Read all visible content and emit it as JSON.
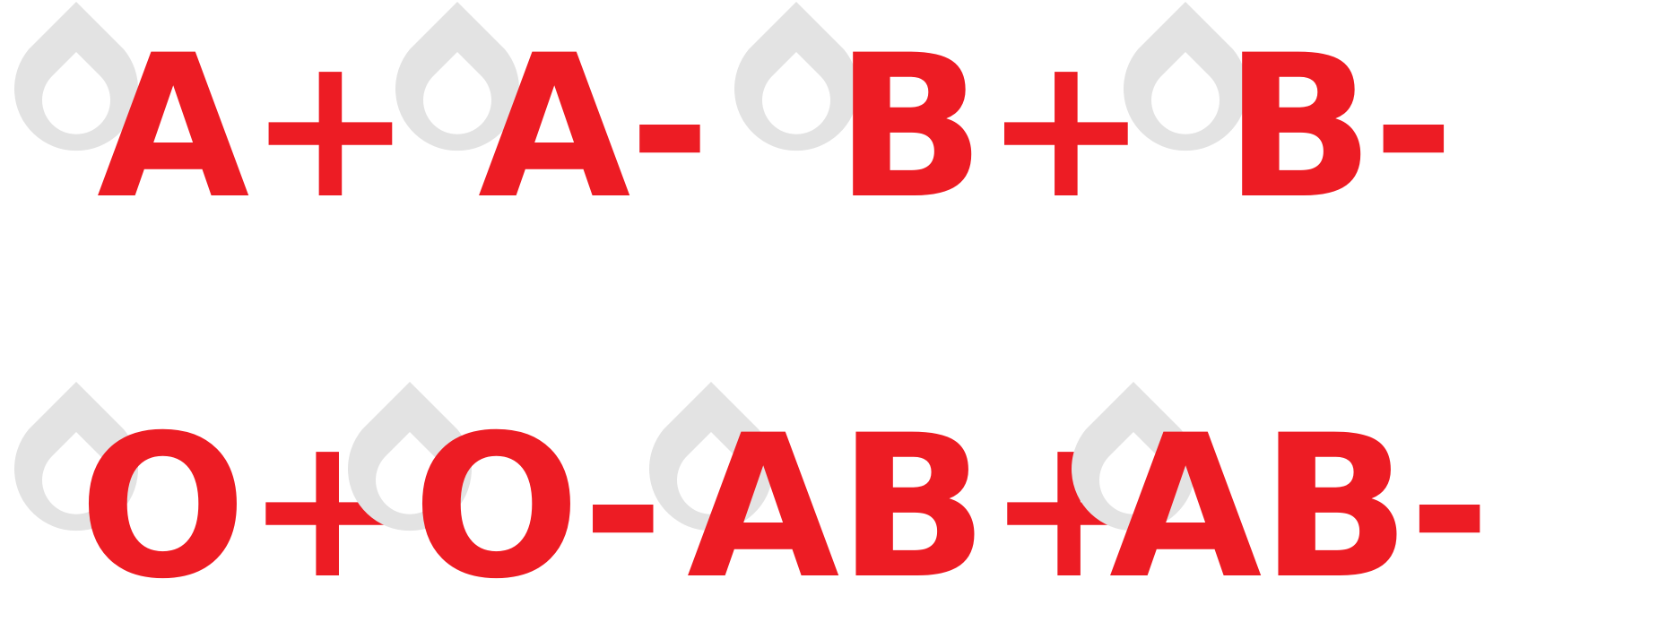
{
  "colors": {
    "label": "#ED1C24",
    "drop": "#E3E3E3"
  },
  "icon": "blood-drop-icon",
  "types": [
    {
      "label": "A+"
    },
    {
      "label": "A-"
    },
    {
      "label": "B+"
    },
    {
      "label": "B-"
    },
    {
      "label": "O+"
    },
    {
      "label": "O-"
    },
    {
      "label": "AB+"
    },
    {
      "label": "AB-"
    }
  ]
}
